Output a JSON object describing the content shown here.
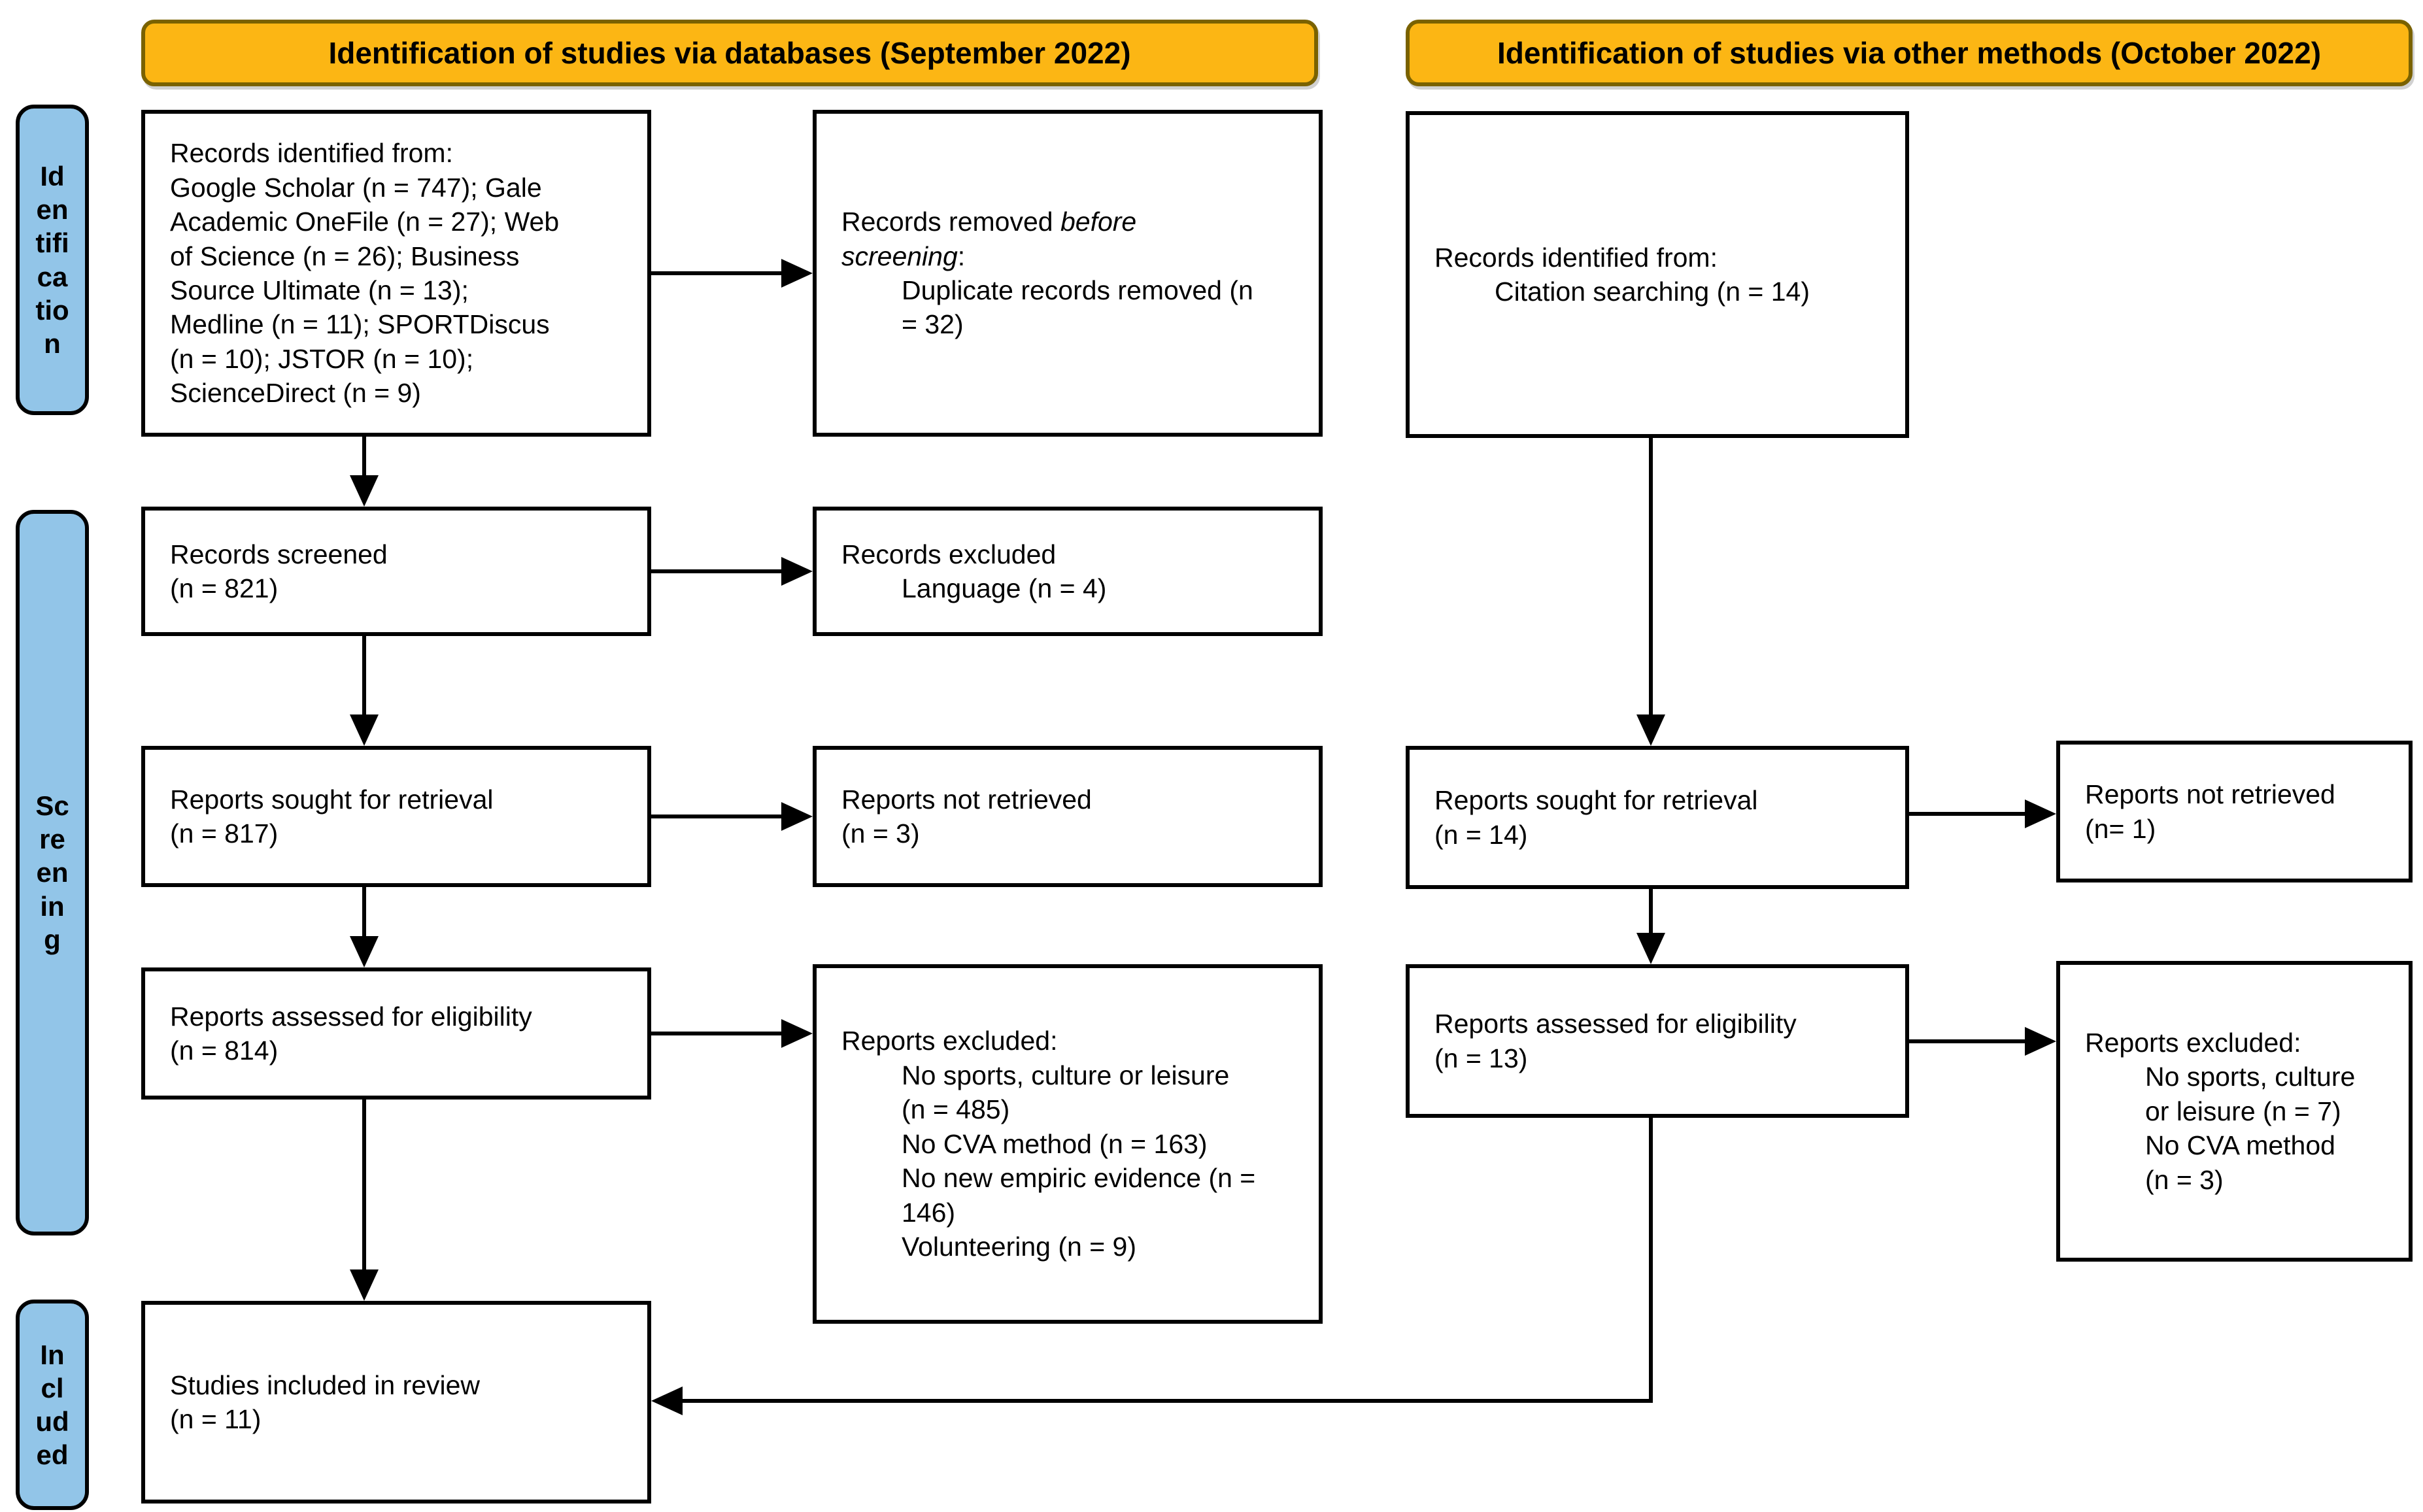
{
  "colors": {
    "banner_fill": "#FCB614",
    "banner_border": "#7A6200",
    "sidebar_fill": "#92C5E8",
    "line_color": "#000000"
  },
  "banners": {
    "databases": "Identification of studies via databases (September 2022)",
    "other_methods": "Identification of studies via other methods (October 2022)"
  },
  "sidebar": {
    "identification": "Id\nen\ntifi\nca\ntio\nn",
    "screening": "Sc\nre\nen\nin\ng",
    "included": "In\ncl\nud\ned"
  },
  "databases_flow": {
    "records_identified": "Records identified from:\nGoogle Scholar (n = 747); Gale\nAcademic OneFile (n = 27); Web\nof Science (n = 26); Business\nSource Ultimate (n = 13);\nMedline (n = 11); SPORTDiscus\n(n = 10); JSTOR (n = 10);\nScienceDirect (n = 9)",
    "records_removed": {
      "normal": "Records removed ",
      "italic": "before\nscreening",
      "after": ":",
      "item": "Duplicate records removed (n\n= 32)"
    },
    "records_screened": "Records screened\n(n = 821)",
    "records_excluded": {
      "header": "Records excluded",
      "item": "Language (n = 4)"
    },
    "reports_sought": "Reports sought for retrieval\n(n = 817)",
    "reports_not_retrieved": "Reports not retrieved\n(n = 3)",
    "reports_assessed": "Reports assessed for eligibility\n(n = 814)",
    "reports_excluded": {
      "header": "Reports excluded:",
      "items": [
        "No sports, culture or leisure\n(n = 485)",
        "No CVA method (n = 163)",
        "No new empiric evidence (n =\n146)",
        "Volunteering (n = 9)"
      ]
    },
    "studies_included": "Studies included in review\n(n = 11)"
  },
  "other_methods_flow": {
    "records_identified": {
      "header": "Records identified from:",
      "item": "Citation searching (n = 14)"
    },
    "reports_sought": "Reports sought for retrieval\n(n = 14)",
    "reports_not_retrieved": "Reports not retrieved\n(n= 1)",
    "reports_assessed": "Reports assessed for eligibility\n(n = 13)",
    "reports_excluded": {
      "header": "Reports excluded:",
      "items": [
        "No sports, culture\nor leisure (n = 7)",
        "No CVA method\n(n = 3)"
      ]
    }
  }
}
